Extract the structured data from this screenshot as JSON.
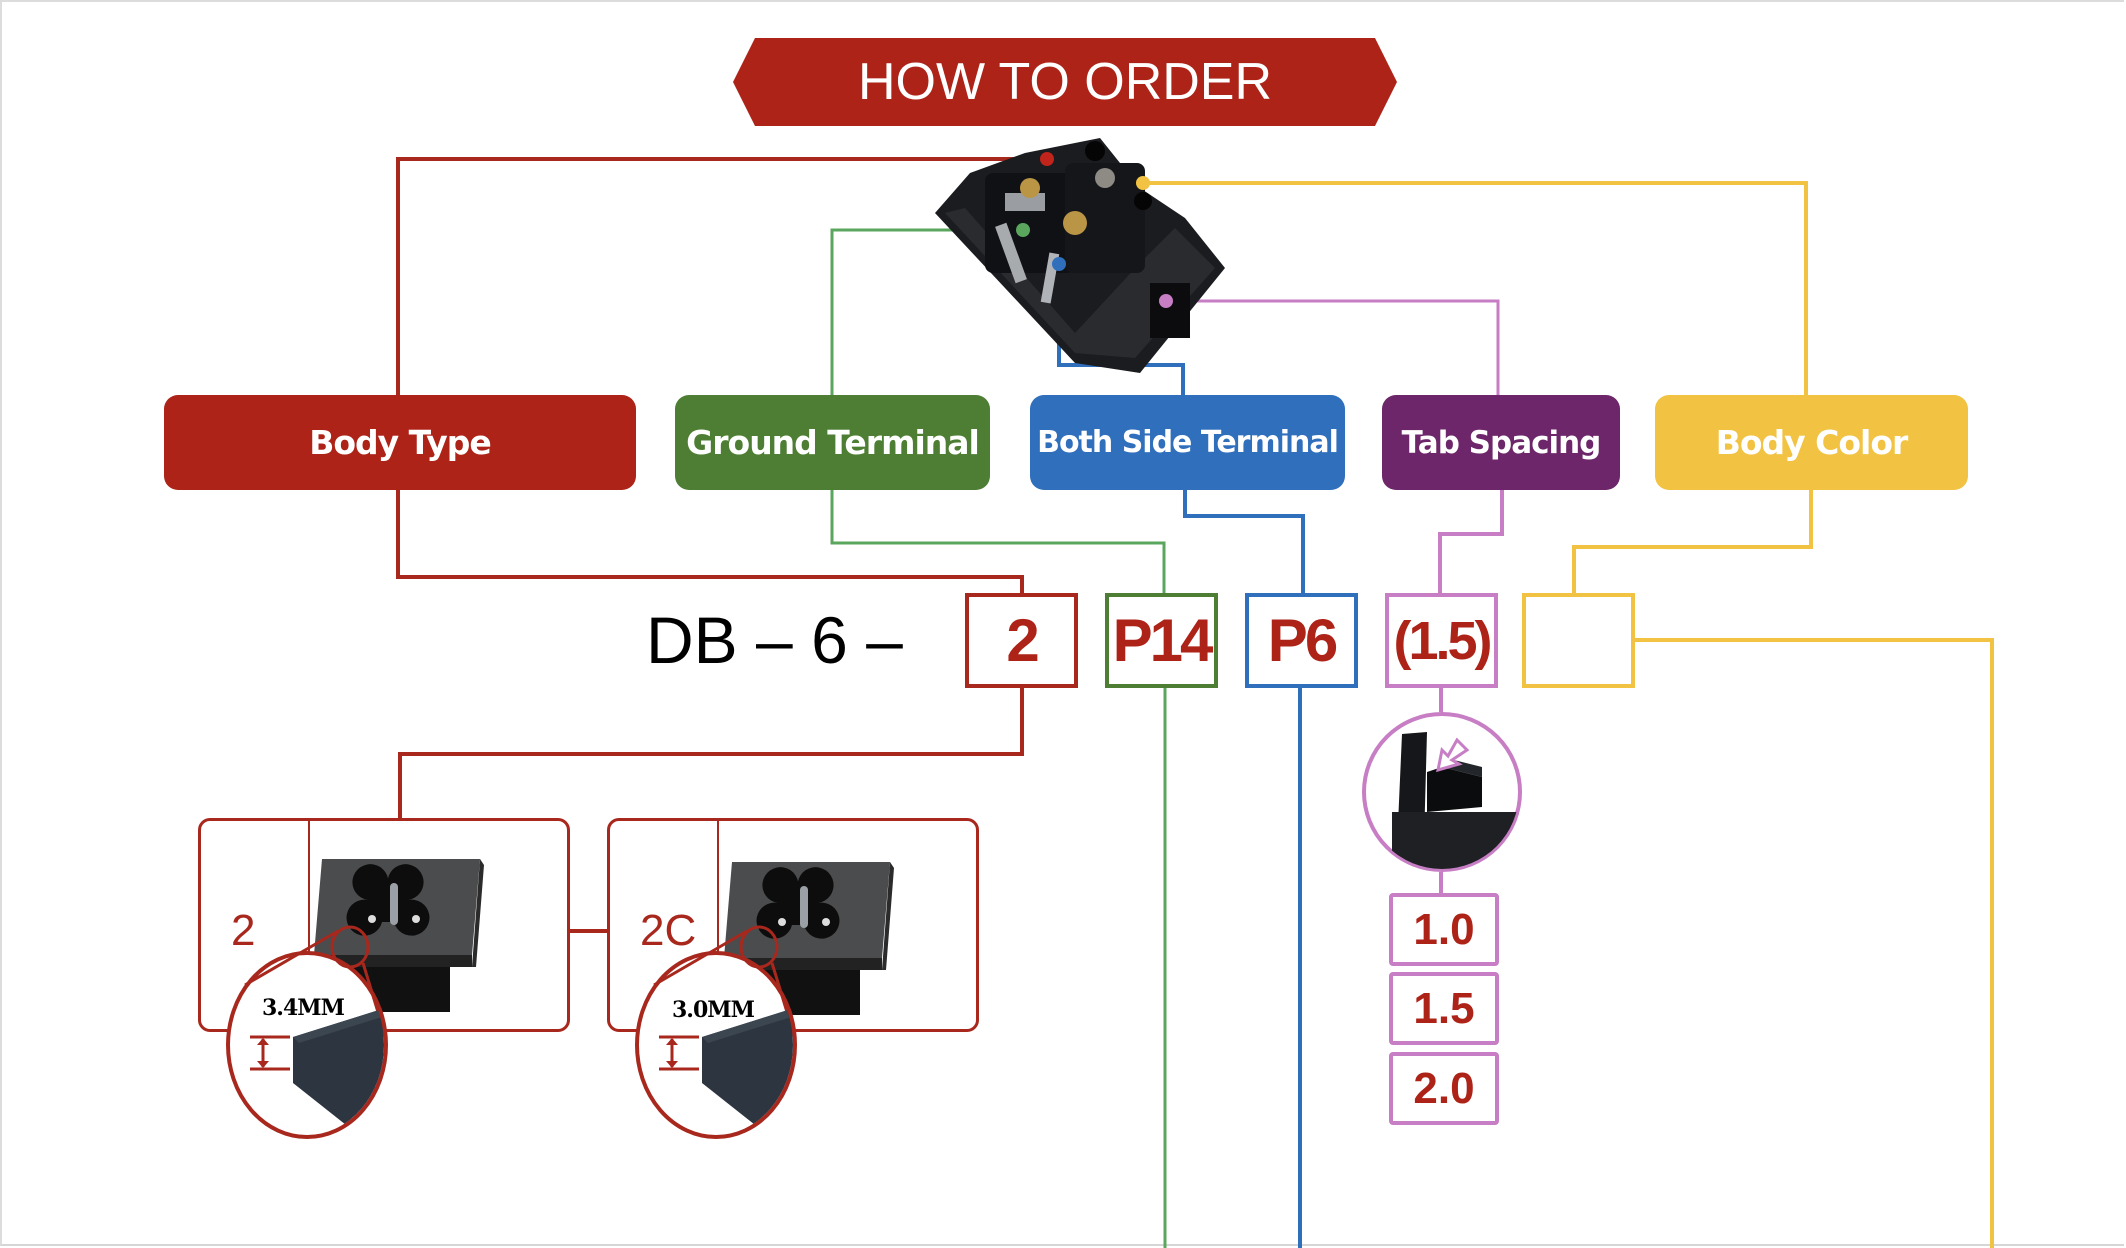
{
  "title": "HOW TO ORDER",
  "colors": {
    "body_type": "#ad2318",
    "ground_terminal": "#4e7e33",
    "both_side_terminal": "#2f6fbc",
    "tab_spacing": "#6c2669",
    "body_color": "#f2c242",
    "ground_line": "#5aa65e",
    "tab_line": "#c77ec4",
    "text_accent": "#ad2318"
  },
  "product_image": {
    "alt": "IEC C6 power socket connector (rear view)"
  },
  "categories": [
    {
      "key": "body_type",
      "label": "Body Type"
    },
    {
      "key": "ground_terminal",
      "label": "Ground Terminal"
    },
    {
      "key": "both_side_terminal",
      "label": "Both Side Terminal"
    },
    {
      "key": "tab_spacing",
      "label": "Tab Spacing"
    },
    {
      "key": "body_color",
      "label": "Body Color"
    }
  ],
  "part_number": {
    "prefix": "DB – 6 –",
    "segments": [
      {
        "key": "body_type",
        "value": "2"
      },
      {
        "key": "ground_terminal",
        "value": "P14"
      },
      {
        "key": "both_side_terminal",
        "value": "P6"
      },
      {
        "key": "tab_spacing",
        "value": "(1.5)"
      },
      {
        "key": "body_color",
        "value": ""
      }
    ]
  },
  "body_type_options": [
    {
      "code": "2",
      "flange_thickness": "3.4MM"
    },
    {
      "code": "2C",
      "flange_thickness": "3.0MM"
    }
  ],
  "tab_spacing_options": [
    "1.0",
    "1.5",
    "2.0"
  ]
}
